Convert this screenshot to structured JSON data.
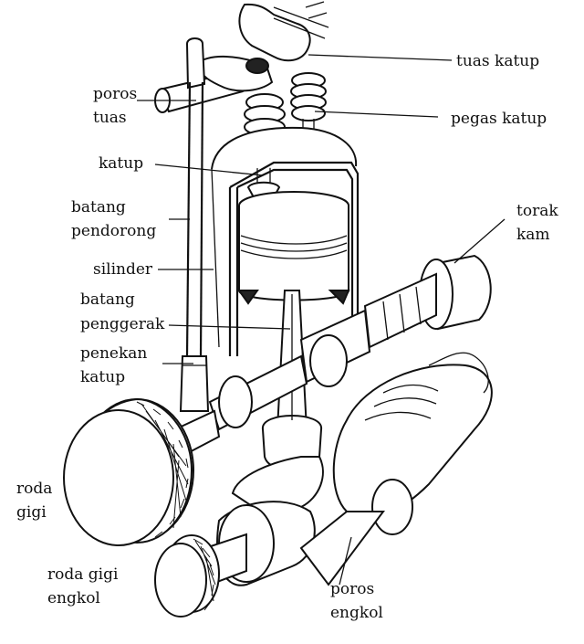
{
  "labels": {
    "tuas_katup": "tuas katup",
    "poros_tuas_1": "poros",
    "poros_tuas_2": "tuas",
    "pegas_katup": "pegas katup",
    "katup": "katup",
    "batang_pendorong_1": "batang",
    "batang_pendorong_2": "pendorong",
    "torak": "torak",
    "kam": "kam",
    "silinder": "silinder",
    "batang_penggerak_1": "batang",
    "batang_penggerak_2": "penggerak",
    "penekan_katup_1": "penekan",
    "penekan_katup_2": "katup",
    "roda_gigi_1": "roda",
    "roda_gigi_2": "gigi",
    "roda_gigi_engkol_1": "roda gigi",
    "roda_gigi_engkol_2": "engkol",
    "poros_engkol_1": "poros",
    "poros_engkol_2": "engkol"
  }
}
